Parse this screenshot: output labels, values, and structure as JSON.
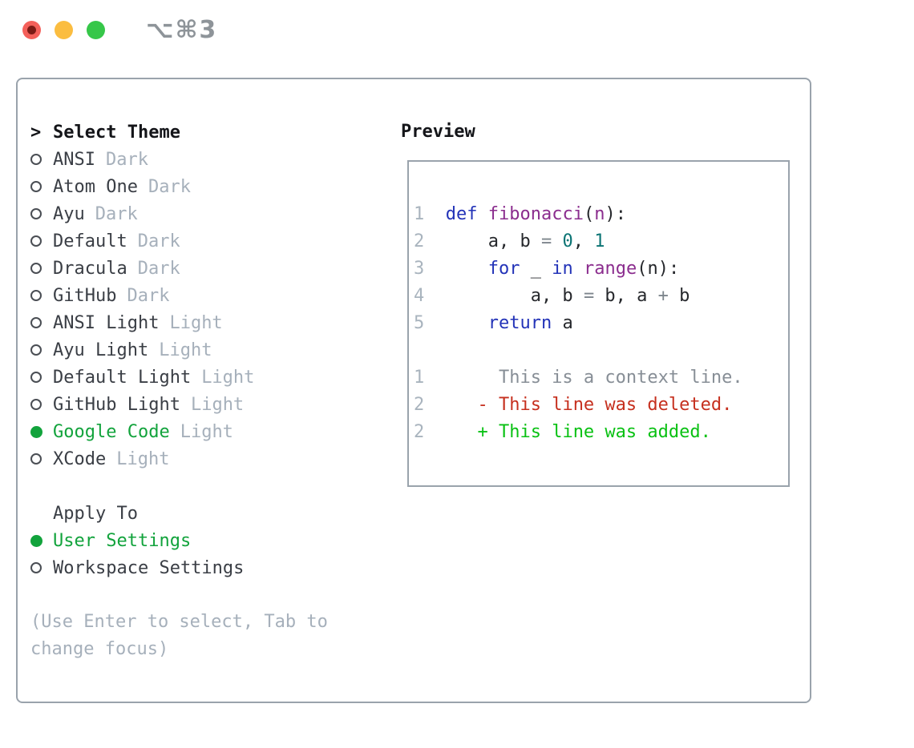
{
  "window": {
    "shortcut": "⌥⌘3"
  },
  "theme_picker": {
    "prompt_char": ">",
    "title": "Select Theme",
    "items": [
      {
        "name": "ANSI",
        "variant": "Dark",
        "selected": false
      },
      {
        "name": "Atom One",
        "variant": "Dark",
        "selected": false
      },
      {
        "name": "Ayu",
        "variant": "Dark",
        "selected": false
      },
      {
        "name": "Default",
        "variant": "Dark",
        "selected": false
      },
      {
        "name": "Dracula",
        "variant": "Dark",
        "selected": false
      },
      {
        "name": "GitHub",
        "variant": "Dark",
        "selected": false
      },
      {
        "name": "ANSI Light",
        "variant": "Light",
        "selected": false
      },
      {
        "name": "Ayu Light",
        "variant": "Light",
        "selected": false
      },
      {
        "name": "Default Light",
        "variant": "Light",
        "selected": false
      },
      {
        "name": "GitHub Light",
        "variant": "Light",
        "selected": false
      },
      {
        "name": "Google Code",
        "variant": "Light",
        "selected": true
      },
      {
        "name": "XCode",
        "variant": "Light",
        "selected": false
      }
    ]
  },
  "apply_to": {
    "title": "Apply To",
    "options": [
      {
        "label": "User Settings",
        "selected": true
      },
      {
        "label": "Workspace Settings",
        "selected": false
      }
    ]
  },
  "hint": {
    "lines": [
      "(Use Enter to select, Tab to",
      "change focus)"
    ]
  },
  "preview": {
    "title": "Preview",
    "code_lines": [
      {
        "num": "1",
        "tokens": [
          {
            "t": "  "
          },
          {
            "t": "def",
            "c": "kw"
          },
          {
            "t": " "
          },
          {
            "t": "fibonacci",
            "c": "fn"
          },
          {
            "t": "("
          },
          {
            "t": "n",
            "c": "fn"
          },
          {
            "t": "):"
          }
        ]
      },
      {
        "num": "2",
        "tokens": [
          {
            "t": "      a, b "
          },
          {
            "t": "=",
            "c": "op"
          },
          {
            "t": " "
          },
          {
            "t": "0",
            "c": "lit"
          },
          {
            "t": ", "
          },
          {
            "t": "1",
            "c": "lit"
          }
        ]
      },
      {
        "num": "3",
        "tokens": [
          {
            "t": "      "
          },
          {
            "t": "for",
            "c": "kw"
          },
          {
            "t": " _ "
          },
          {
            "t": "in",
            "c": "kw"
          },
          {
            "t": " "
          },
          {
            "t": "range",
            "c": "fn"
          },
          {
            "t": "(n):"
          }
        ]
      },
      {
        "num": "4",
        "tokens": [
          {
            "t": "          a, b "
          },
          {
            "t": "=",
            "c": "op"
          },
          {
            "t": " b, a "
          },
          {
            "t": "+",
            "c": "op"
          },
          {
            "t": " b"
          }
        ]
      },
      {
        "num": "5",
        "tokens": [
          {
            "t": "      "
          },
          {
            "t": "return",
            "c": "kw"
          },
          {
            "t": " a"
          }
        ]
      },
      {
        "num": "",
        "tokens": []
      },
      {
        "num": "1",
        "tokens": [
          {
            "t": "       This is a context line.",
            "c": "ctx"
          }
        ]
      },
      {
        "num": "2",
        "tokens": [
          {
            "t": "     "
          },
          {
            "t": "- This line was deleted.",
            "c": "del"
          }
        ]
      },
      {
        "num": "2",
        "tokens": [
          {
            "t": "     "
          },
          {
            "t": "+ This line was added.",
            "c": "add"
          }
        ]
      }
    ]
  },
  "colors": {
    "accent_green": "#12a33c",
    "muted": "#a6b0bb",
    "keyword_blue": "#2333b8",
    "function_purple": "#8b2d8e",
    "literal_teal": "#0b7474",
    "deleted_red": "#c6301f",
    "added_green": "#09c113",
    "border_gray": "#9aa3ac",
    "traffic_red": "#f4605a",
    "traffic_yellow": "#fbbd40",
    "traffic_green": "#36c749"
  }
}
